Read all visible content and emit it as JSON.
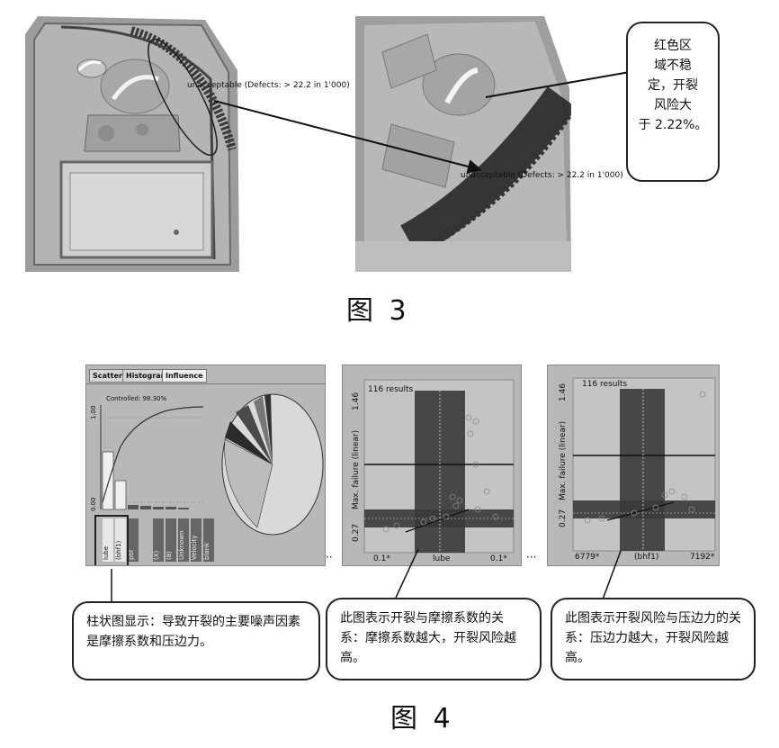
{
  "fig3": {
    "defect_label_left": "unacceptable (Defects: > 22.2 in 1'000)",
    "defect_label_right": "unacceptable (Defects: > 22.2 in 1'000)",
    "callout_lines": [
      "红色区",
      "域不稳",
      "定，开裂",
      "风险大",
      "于 2.22%。"
    ],
    "caption": "图 3"
  },
  "fig4": {
    "influence_panel": {
      "tabs": [
        "Scatter",
        "Histogram",
        "Influence"
      ],
      "controlled_label": "Controlled: 98.30%",
      "y_axis_top": "1.00",
      "y_axis_bottom": "0.00",
      "categories": [
        "lube",
        "(bhf1)",
        "pbf",
        "(X)",
        "(8)",
        "Unknown",
        "Velocity",
        "blank"
      ]
    },
    "scatter_lube": {
      "results": "116 results",
      "y_axis_label": "Max. failure (linear)",
      "y_top": "1.46",
      "y_bottom": "0.27",
      "x_left": "0.1*",
      "x_mid": "lube",
      "x_right": "0.1*"
    },
    "scatter_bhf": {
      "results": "116 results",
      "y_axis_label": "Max. failure (linear)",
      "y_top": "1.46",
      "y_bottom": "0.27",
      "x_left": "6779*",
      "x_mid": "(bhf1)",
      "x_right": "7192*"
    },
    "bubbles": {
      "left": "柱状图显示：导致开裂的主要噪声因素是摩擦系数和压边力。",
      "middle": "此图表示开裂与摩擦系数的关系：摩擦系数越大，开裂风险越高。",
      "right": "此图表示开裂风险与压边力的关系：压边力越大，开裂风险越高。"
    },
    "caption": "图 4"
  },
  "colors": {
    "panel_gray": "#b8b8b8",
    "band_dark": "#3a3a3a",
    "pie_light": "#d9d9d9"
  }
}
